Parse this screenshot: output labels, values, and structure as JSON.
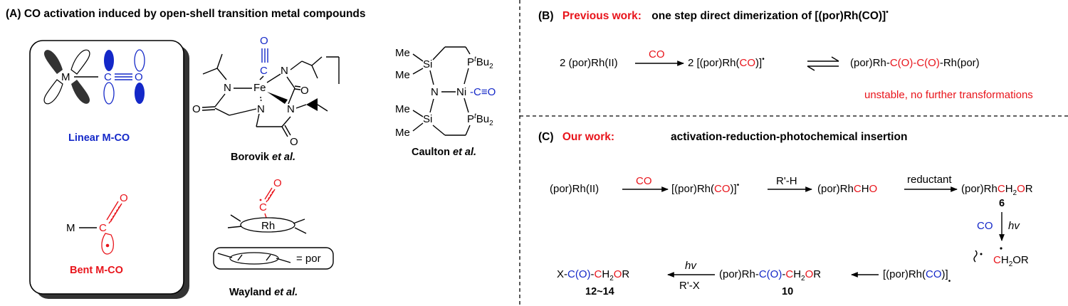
{
  "panel_a": {
    "title": "(A)  CO activation induced by open-shell transition metal compounds",
    "linear_label": "Linear M-CO",
    "bent_label": "Bent M-CO",
    "atom_m": "M",
    "atom_c": "C",
    "atom_o": "O",
    "borovik": {
      "atoms": {
        "fe": "Fe",
        "n": "N",
        "o": "O",
        "c": "C",
        "charge": "-"
      },
      "caption_name": "Borovik ",
      "caption_etal": "et al."
    },
    "caulton": {
      "atoms": {
        "me": "Me",
        "si": "Si",
        "n": "N",
        "ni": "Ni",
        "co": "-C≡O",
        "p": "P",
        "t": "t",
        "bu2": "Bu",
        "sub2": "2"
      },
      "caption_name": "Caulton ",
      "caption_etal": "et al."
    },
    "wayland": {
      "atoms": {
        "rh": "Rh",
        "c": "C",
        "o": "O",
        "por": "= por"
      },
      "caption_name": "Wayland ",
      "caption_etal": "et al."
    }
  },
  "panel_b": {
    "label": "(B)",
    "prev": "Previous work:",
    "title": "one step direct dimerization of [(por)Rh(CO)]",
    "dot": "•",
    "reactant": "2 (por)Rh(II)",
    "arrow_co": "CO",
    "prod1_a": "2 [(por)Rh(",
    "prod1_co": "CO",
    "prod1_b": ")]",
    "prod2_a": "(por)Rh-",
    "prod2_c1": "C(O)-C(O)",
    "prod2_b": "-Rh(por)",
    "note": "unstable, no further transformations"
  },
  "panel_c": {
    "label": "(C)",
    "ours": "Our work:",
    "title": "activation-reduction-photochemical insertion",
    "r1": "(por)Rh(II)",
    "a1": "CO",
    "i1_a": "[(por)Rh(",
    "i1_co": "CO",
    "i1_b": ")]",
    "a2": "R'-H",
    "i2_a": "(por)Rh",
    "i2_c": "C",
    "i2_h": "H",
    "i2_o": "O",
    "a3": "reductant",
    "i3_a": "(por)Rh",
    "i3_c": "C",
    "i3_h": "H",
    "i3_sub": "2",
    "i3_o": "O",
    "i3_r": "R",
    "n6": "6",
    "a4_co": "CO",
    "a4_hv": "hv",
    "rad_c": "C",
    "rad_h": "H",
    "rad_sub": "2",
    "rad_or": "OR",
    "i4_a": "[(por)Rh(",
    "i4_co": "CO",
    "i4_b": ")]",
    "i5_a": "(por)Rh-",
    "i5_c1": "C(O)",
    "i5_dash": "-",
    "i5_c2": "C",
    "i5_h": "H",
    "i5_sub": "2",
    "i5_o": "O",
    "i5_r": "R",
    "n10": "10",
    "a6_hv": "hv",
    "a6_rx": "R'-X",
    "p_a": "X-",
    "p_c1": "C(O)",
    "p_dash": "-",
    "p_c2": "C",
    "p_h": "H",
    "p_sub": "2",
    "p_o": "O",
    "p_r": "R",
    "n12": "12~14"
  },
  "colors": {
    "red": "#e8141b",
    "blue": "#1428c8",
    "black": "#000000"
  }
}
